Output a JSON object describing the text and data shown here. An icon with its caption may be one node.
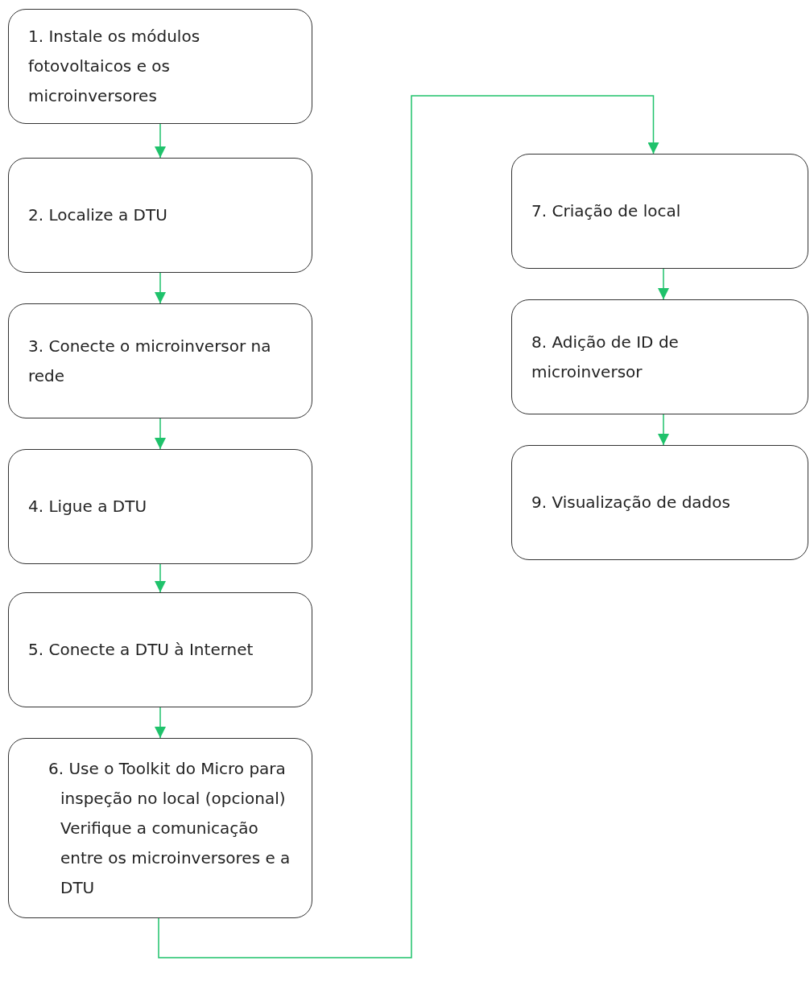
{
  "diagram": {
    "nodes": [
      {
        "text": [
          "1. Instale os módulos fotovoltaicos e os microinversores"
        ]
      },
      {
        "text": [
          "2. Localize a DTU"
        ]
      },
      {
        "text": [
          "3. Conecte o microinversor na rede"
        ]
      },
      {
        "text": [
          "4. Ligue a DTU"
        ]
      },
      {
        "text": [
          "5. Conecte a DTU à Internet"
        ]
      },
      {
        "text": [
          "6. Use o Toolkit do Micro para inspeção no local (opcional) Verifique a comunicação entre os microinversores e a DTU"
        ]
      },
      {
        "text": [
          "7. Criação de local"
        ]
      },
      {
        "text": [
          "8. Adição de ID de microinversor"
        ]
      },
      {
        "text": [
          "9. Visualização de dados"
        ]
      }
    ],
    "edges": [
      {
        "from": 0,
        "to": 1,
        "arrow": "to"
      },
      {
        "from": 1,
        "to": 2,
        "arrow": "to"
      },
      {
        "from": 2,
        "to": 3,
        "arrow": "to"
      },
      {
        "from": 3,
        "to": 4,
        "arrow": "to"
      },
      {
        "from": 4,
        "to": 5,
        "arrow": "to"
      },
      {
        "from": 5,
        "to": 6,
        "arrow": "to"
      },
      {
        "from": 6,
        "to": 7,
        "arrow": "to"
      },
      {
        "from": 7,
        "to": 8,
        "arrow": "to"
      }
    ]
  }
}
